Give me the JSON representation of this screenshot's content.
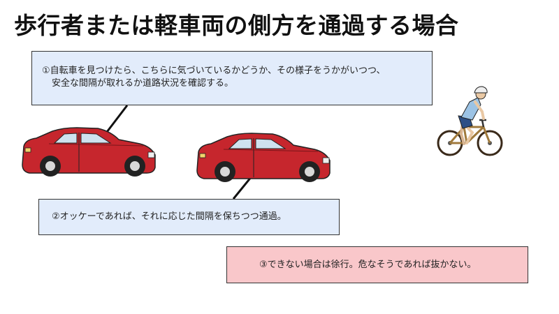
{
  "title": "歩行者または軽車両の側方を通過する場合",
  "notes": [
    {
      "line1": "①自転車を見つけたら、こちらに気づいているかどうか、その様子をうかがいつつ、",
      "line2": "安全な間隔が取れるか道路状況を確認する。"
    },
    {
      "line1": "②オッケーであれば、それに応じた間隔を保ちつつ通過。"
    },
    {
      "line1": "③できない場合は徐行。危なそうであれば抜かない。"
    }
  ],
  "colors": {
    "note_bg_blue": "#e2ecfb",
    "note_bg_pink": "#f9c7ca",
    "car_body": "#c6262d",
    "bicycle_frame": "#a07a3c"
  },
  "icons": [
    "car-icon",
    "car-icon",
    "bicycle-rider-icon"
  ]
}
